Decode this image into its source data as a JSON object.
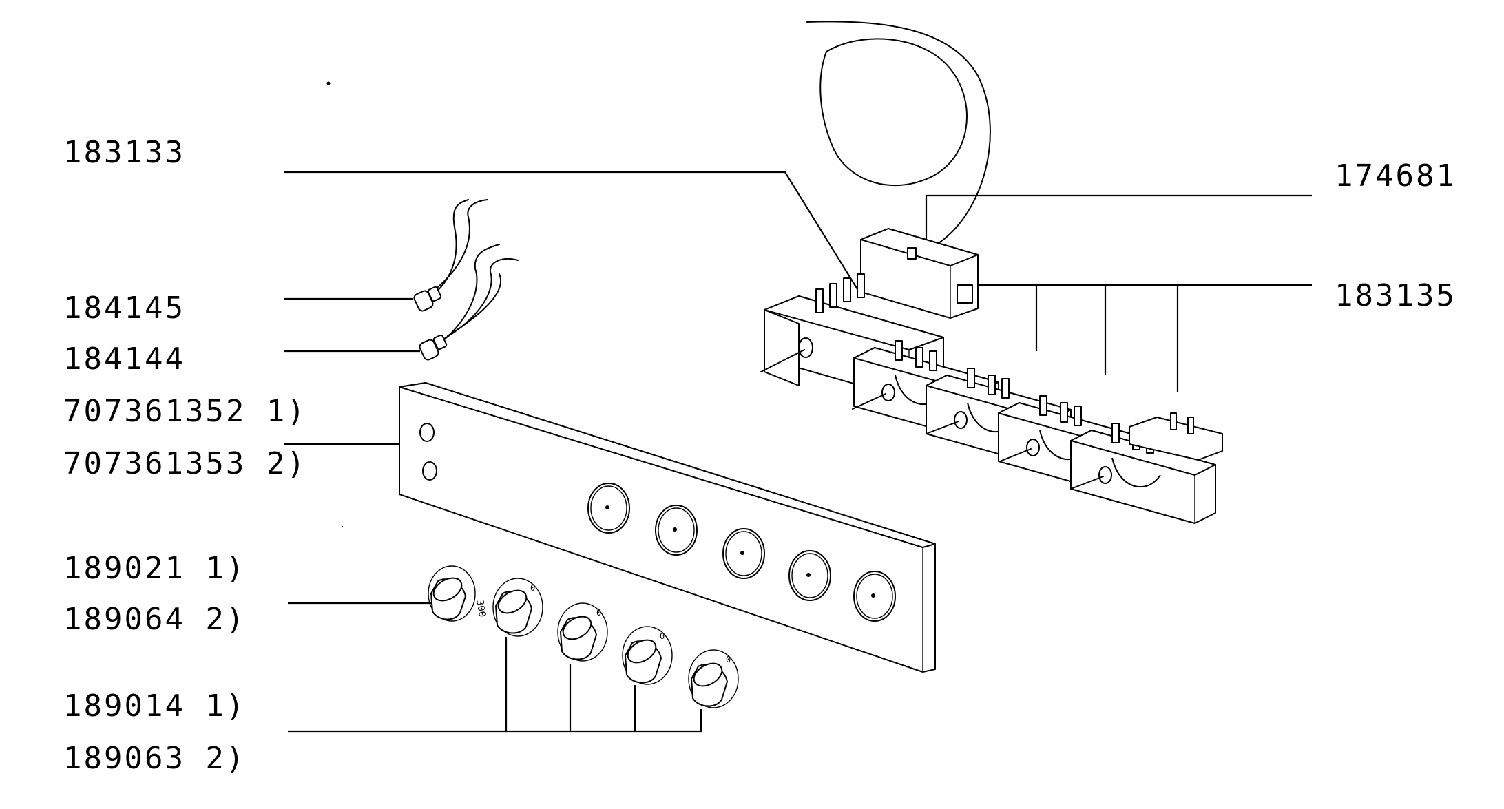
{
  "labels": {
    "p183133": "183133",
    "p184145": "184145",
    "p184144": "184144",
    "p707361352": "707361352 1)",
    "p707361353": "707361353 2)",
    "p189021": "189021 1)",
    "p189064": "189064 2)",
    "p189014": "189014 1)",
    "p189063": "189063 2)",
    "p174681": "174681",
    "p183135": "183135"
  },
  "knob_marks": {
    "k1": "300",
    "small": "0"
  },
  "colors": {
    "ink": "#000000",
    "paper": "#ffffff"
  }
}
